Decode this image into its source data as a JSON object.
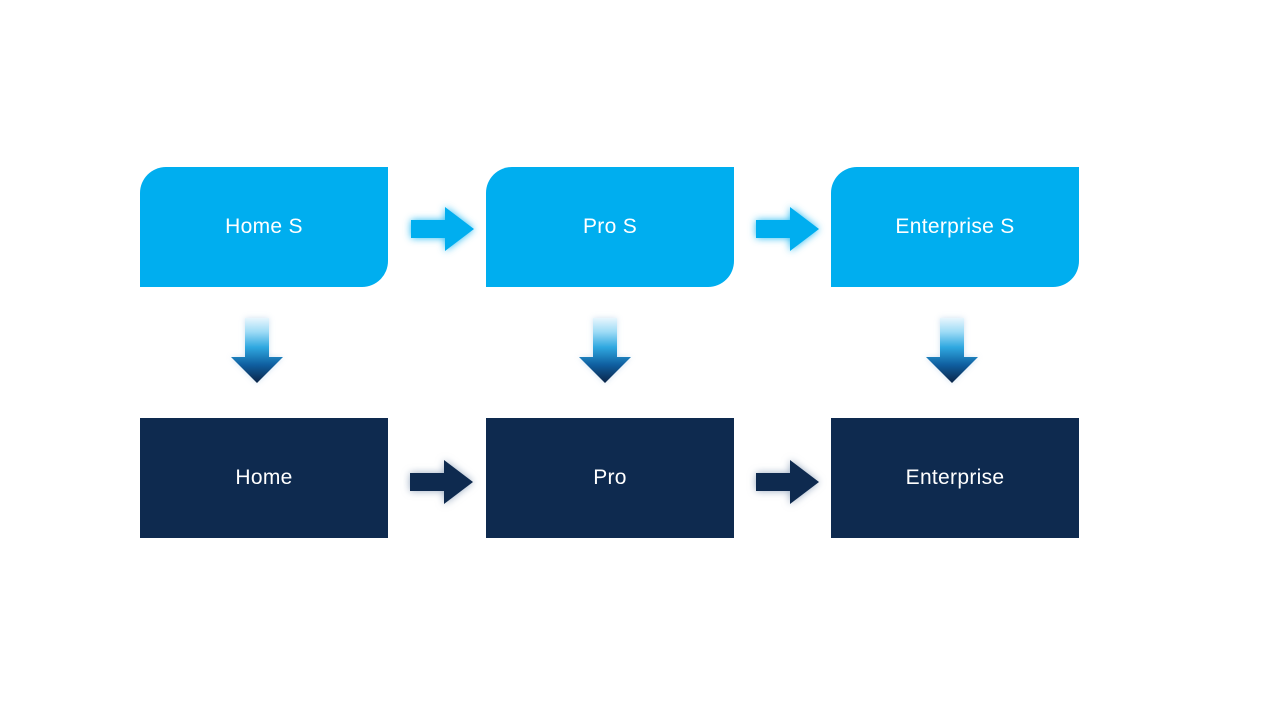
{
  "diagram": {
    "background": "#FFFFFF",
    "colors": {
      "light_blue": "#00AEEF",
      "dark_navy": "#0E2A4F",
      "label_text": "#FFFFFF",
      "down_arrow_gradient_top": "#E8F6FD",
      "down_arrow_gradient_bottom": "#0B2447"
    },
    "top_row": {
      "items": [
        {
          "label": "Home S"
        },
        {
          "label": "Pro S"
        },
        {
          "label": "Enterprise S"
        }
      ]
    },
    "bottom_row": {
      "items": [
        {
          "label": "Home"
        },
        {
          "label": "Pro"
        },
        {
          "label": "Enterprise"
        }
      ]
    }
  }
}
